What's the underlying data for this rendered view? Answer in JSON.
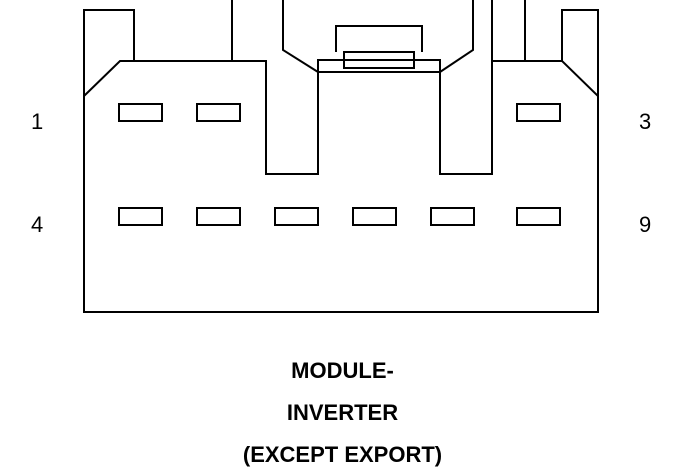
{
  "pin_labels": {
    "top_left": "1",
    "top_right": "3",
    "bottom_left": "4",
    "bottom_right": "9"
  },
  "caption": {
    "line1": "MODULE-",
    "line2": "INVERTER",
    "line3": "(EXCEPT EXPORT)"
  },
  "colors": {
    "stroke": "#000000",
    "background": "#ffffff"
  }
}
